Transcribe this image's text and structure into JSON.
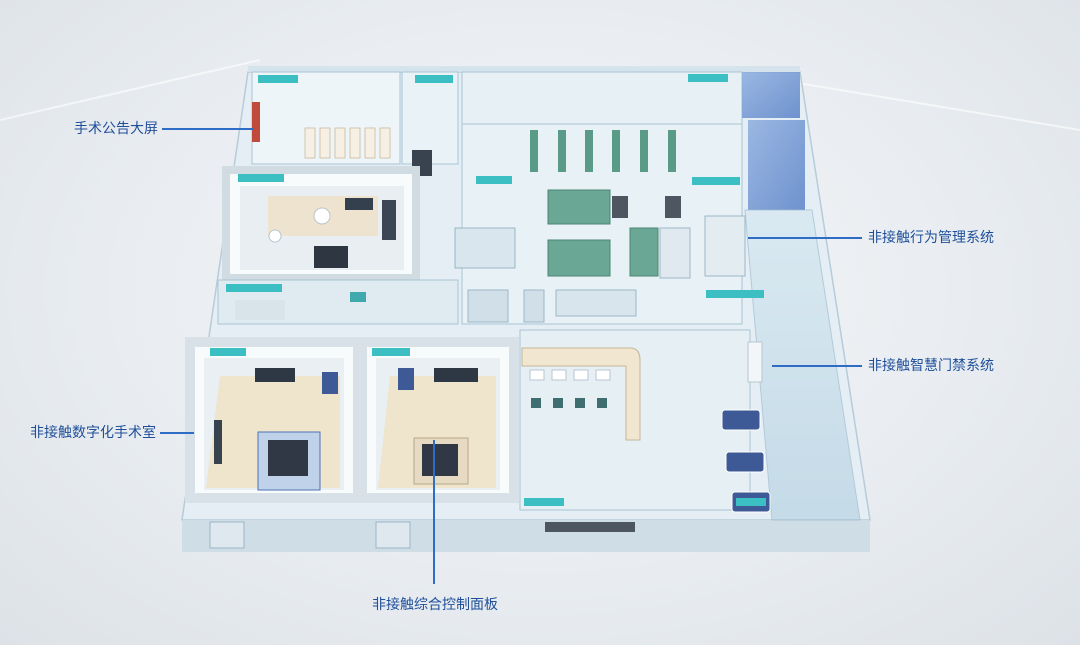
{
  "labels": {
    "announcement_screen": "手术公告大屏",
    "behavior_mgmt": "非接触行为管理系统",
    "smart_access": "非接触智慧门禁系统",
    "digital_or": "非接触数字化手术室",
    "control_panel": "非接触综合控制面板"
  },
  "colors": {
    "leader_line": "#2f6cc5",
    "label_text": "#1f4f9a",
    "room_tag": "#3bbfc2",
    "floor": "#e8f1f5",
    "glass": "#bcd7e6",
    "cabinet": "#5a9b88",
    "bed": "#3d5a96"
  }
}
